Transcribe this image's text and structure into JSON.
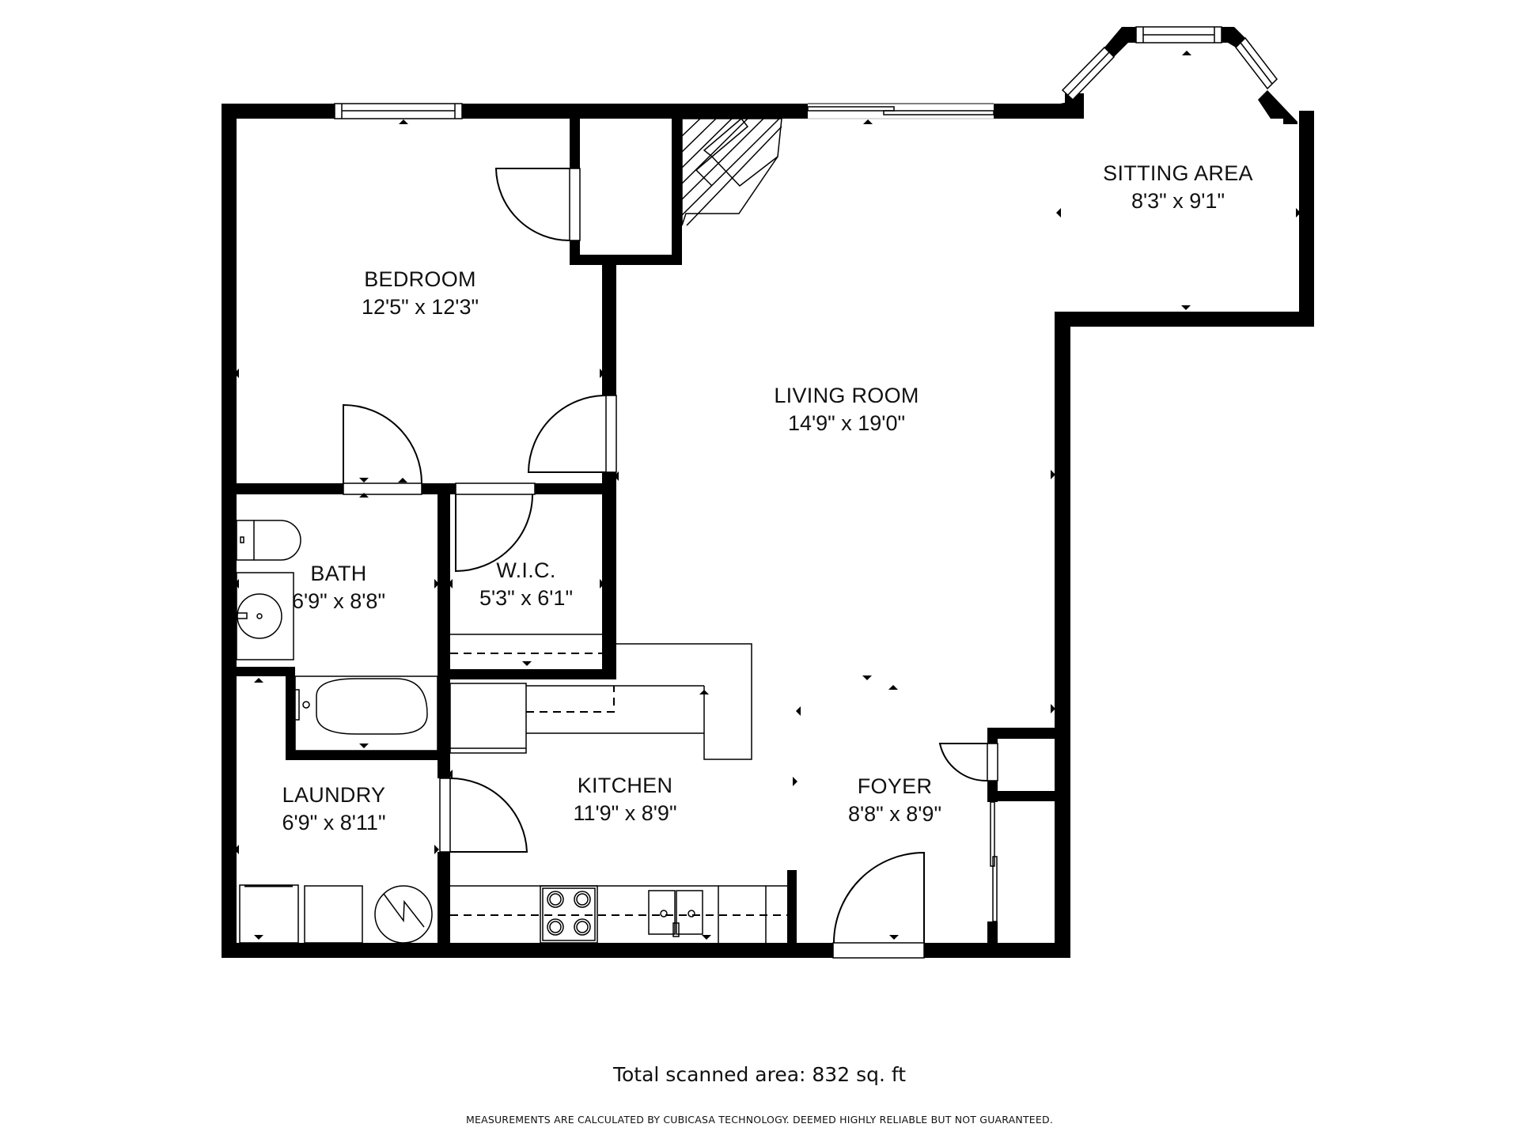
{
  "floorplan": {
    "rooms": [
      {
        "id": "bedroom",
        "name": "BEDROOM",
        "dimensions": "12'5\" x 12'3\""
      },
      {
        "id": "living_room",
        "name": "LIVING ROOM",
        "dimensions": "14'9\" x 19'0\""
      },
      {
        "id": "sitting_area",
        "name": "SITTING AREA",
        "dimensions": "8'3\" x 9'1\""
      },
      {
        "id": "bath",
        "name": "BATH",
        "dimensions": "6'9\" x 8'8\""
      },
      {
        "id": "wic",
        "name": "W.I.C.",
        "dimensions": "5'3\" x 6'1\""
      },
      {
        "id": "laundry",
        "name": "LAUNDRY",
        "dimensions": "6'9\" x 8'11\""
      },
      {
        "id": "kitchen",
        "name": "KITCHEN",
        "dimensions": "11'9\" x 8'9\""
      },
      {
        "id": "foyer",
        "name": "FOYER",
        "dimensions": "8'8\" x 8'9\""
      }
    ],
    "fixtures": [
      "toilet-icon",
      "sink-icon",
      "bathtub-icon",
      "washer-icon",
      "dryer-icon",
      "water-heater-icon",
      "stove-icon",
      "double-sink-icon",
      "fireplace-icon"
    ],
    "colors": {
      "wall": "#000000",
      "background": "#ffffff",
      "text": "#111111"
    }
  },
  "footer": {
    "total_area": "Total scanned area: 832 sq. ft",
    "disclaimer": "MEASUREMENTS ARE CALCULATED BY CUBICASA TECHNOLOGY. DEEMED HIGHLY RELIABLE BUT NOT GUARANTEED."
  }
}
